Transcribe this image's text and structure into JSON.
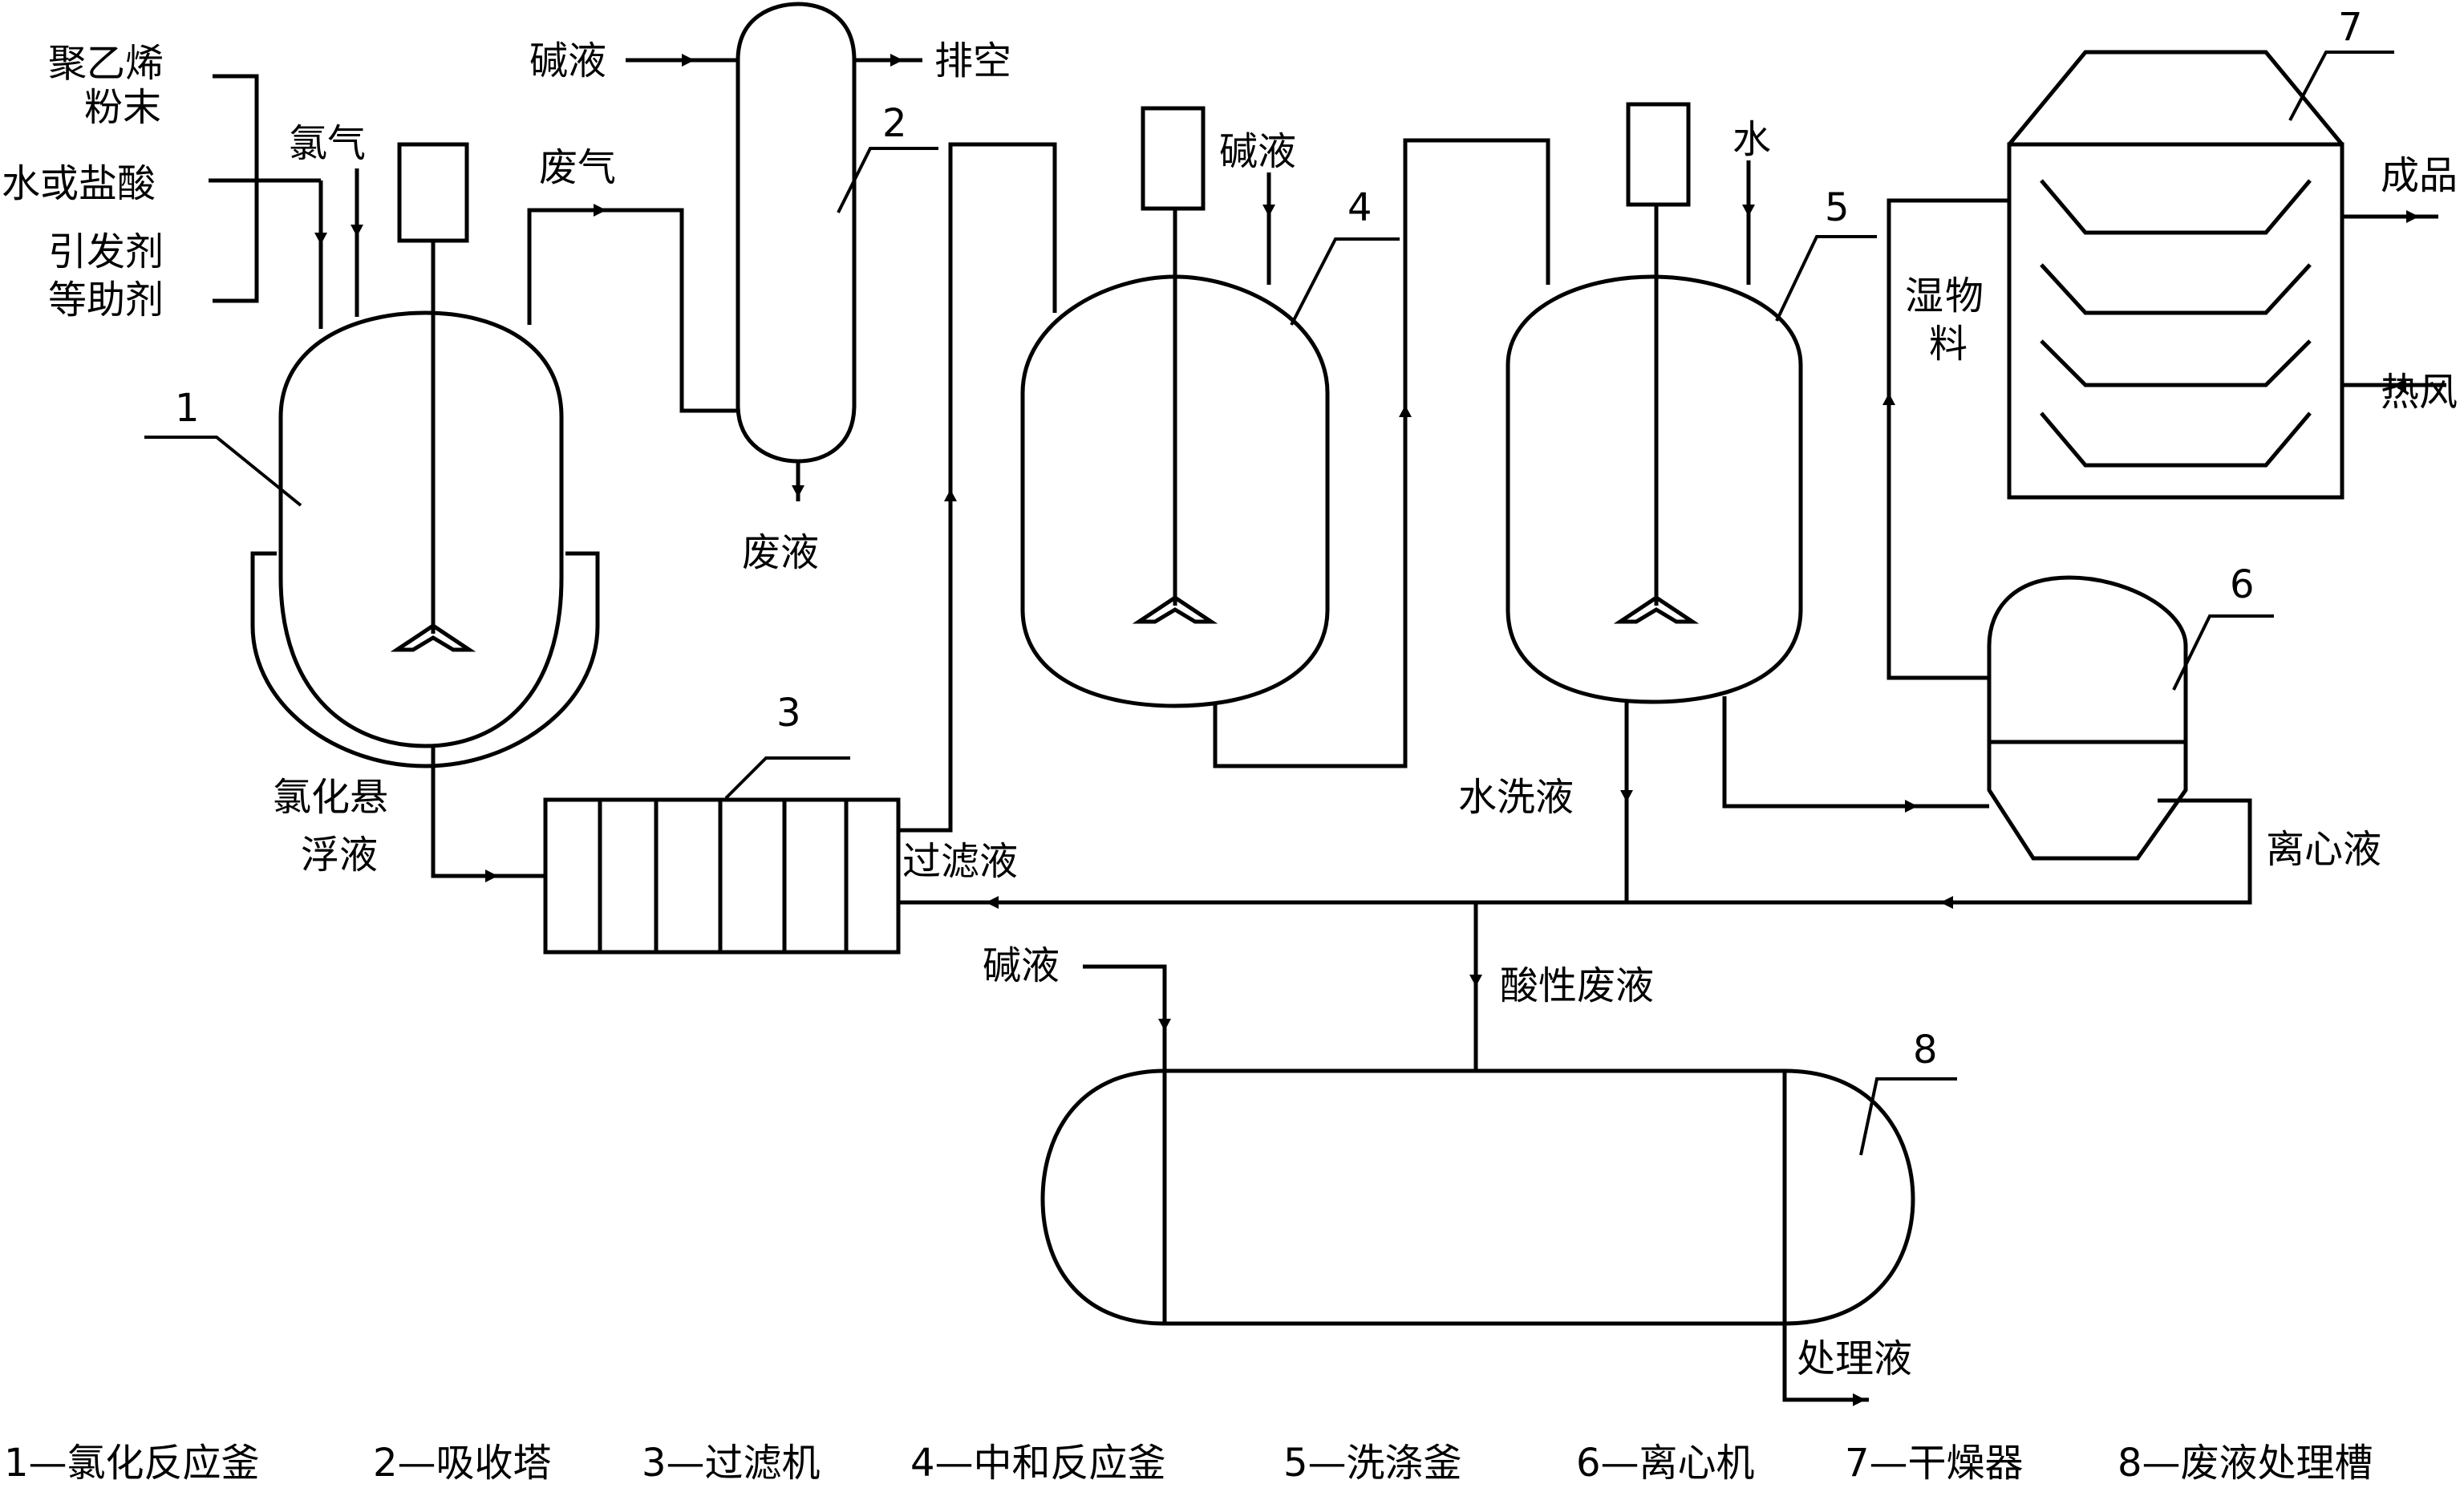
{
  "inputs": {
    "feed_line1": "聚乙烯",
    "feed_line2": "粉末",
    "water_acid": "水或盐酸",
    "initiator_line1": "引发剂",
    "initiator_line2": "等助剂",
    "chlorine": "氯气",
    "waste_gas": "废气",
    "alkali_top": "碱液",
    "vent": "排空",
    "waste_liquid": "废液",
    "chlorinated_slurry_line1": "氯化悬",
    "chlorinated_slurry_line2": "浮液",
    "filtrate": "过滤液",
    "alkali_4": "碱液",
    "water_5": "水",
    "wash_water": "水洗液",
    "wet_material_1": "湿",
    "wet_material_2": "物",
    "wet_material_3": "料",
    "product": "成品",
    "hot_air": "热风",
    "centrifuge_liquid": "离心液",
    "alkali_8": "碱液",
    "acidic_waste": "酸性废液",
    "treated_liquid": "处理液"
  },
  "numbers": {
    "n1": "1",
    "n2": "2",
    "n3": "3",
    "n4": "4",
    "n5": "5",
    "n6": "6",
    "n7": "7",
    "n8": "8"
  },
  "legend": [
    "1—氯化反应釜",
    "2—吸收塔",
    "3—过滤机",
    "4—中和反应釜",
    "5—洗涤釜",
    "6—离心机",
    "7—干燥器",
    "8—废液处理槽"
  ]
}
